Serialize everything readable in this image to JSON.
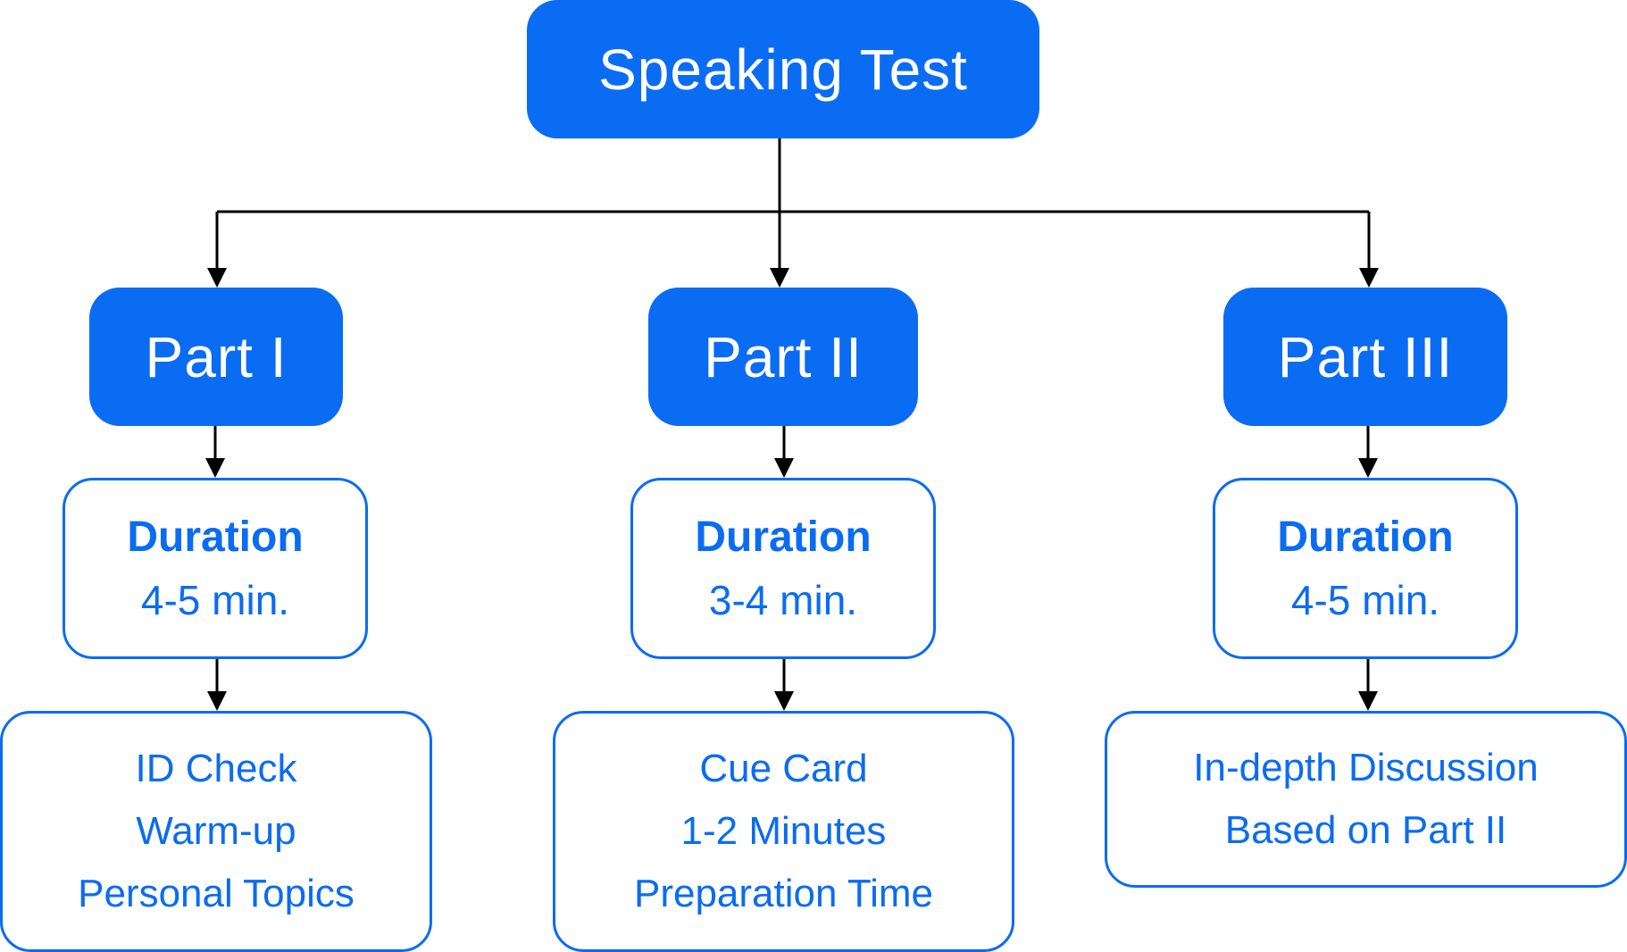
{
  "colors": {
    "primary": "#0a6cf2",
    "connector": "#000000",
    "background": "#ffffff"
  },
  "root": {
    "title": "Speaking Test"
  },
  "parts": [
    {
      "title": "Part I",
      "duration_label": "Duration",
      "duration_value": "4-5 min.",
      "details": [
        "ID Check",
        "Warm-up",
        "Personal Topics"
      ]
    },
    {
      "title": "Part II",
      "duration_label": "Duration",
      "duration_value": "3-4 min.",
      "details": [
        "Cue Card",
        "1-2 Minutes",
        "Preparation Time"
      ]
    },
    {
      "title": "Part III",
      "duration_label": "Duration",
      "duration_value": "4-5 min.",
      "details": [
        "In-depth Discussion",
        "Based on Part II"
      ]
    }
  ]
}
